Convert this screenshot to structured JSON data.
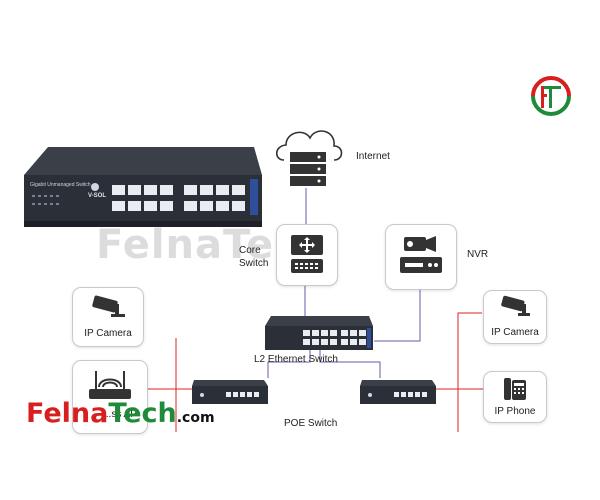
{
  "diagram": {
    "nodes": {
      "internet": "Internet",
      "core_switch": [
        "Core",
        "Switch"
      ],
      "nvr": "NVR",
      "l2_switch": "L2 Ethernet Switch",
      "poe_switch": "POE Switch",
      "ip_camera_left": "IP Camera",
      "ip_camera_right": "IP Camera",
      "ip_phone": "IP Phone",
      "wireless_ap": "...ss AP"
    },
    "hero_device": {
      "model_text": "Gigabit Unmanaged Switch",
      "brand": "V-SOL"
    },
    "watermark": "FelnaTech",
    "brand_footer": {
      "part1": "Felna",
      "part2": "Tech",
      "part3": ".com"
    },
    "colors": {
      "uplink_line": "#6a5aa8",
      "poe_line": "#e02020",
      "switch_body": "#2b2f38",
      "switch_accent": "#2f4f9a",
      "brand_red": "#d71f1f",
      "brand_green": "#1f8a3a"
    }
  }
}
